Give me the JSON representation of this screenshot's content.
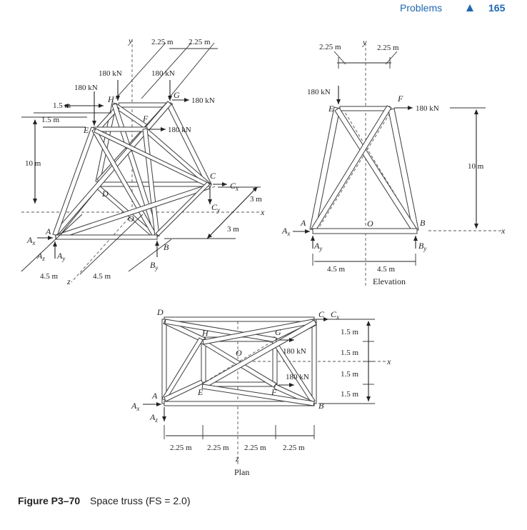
{
  "header": {
    "section": "Problems",
    "page": "165"
  },
  "caption": {
    "figure": "Figure P3–70",
    "title": "Space truss (FS = 2.0)"
  },
  "axes": {
    "x": "x",
    "y": "y",
    "z": "z"
  },
  "joints": {
    "A": "A",
    "B": "B",
    "C": "C",
    "D": "D",
    "E": "E",
    "F": "F",
    "G": "G",
    "H": "H",
    "O": "O"
  },
  "reactions": {
    "Ax": "A",
    "Ax_sub": "x",
    "Ay": "A",
    "Ay_sub": "y",
    "Az": "A",
    "Az_sub": "z",
    "By": "B",
    "By_sub": "y",
    "Cx": "C",
    "Cx_sub": "x",
    "Cy": "C",
    "Cy_sub": "y"
  },
  "loads": {
    "load_180": "180 kN"
  },
  "dims": {
    "d225": "2.25 m",
    "d15": "1.5 m",
    "d10": "10 m",
    "d45": "4.5 m",
    "d3": "3 m"
  },
  "views": {
    "elevation": "Elevation",
    "plan": "Plan"
  }
}
